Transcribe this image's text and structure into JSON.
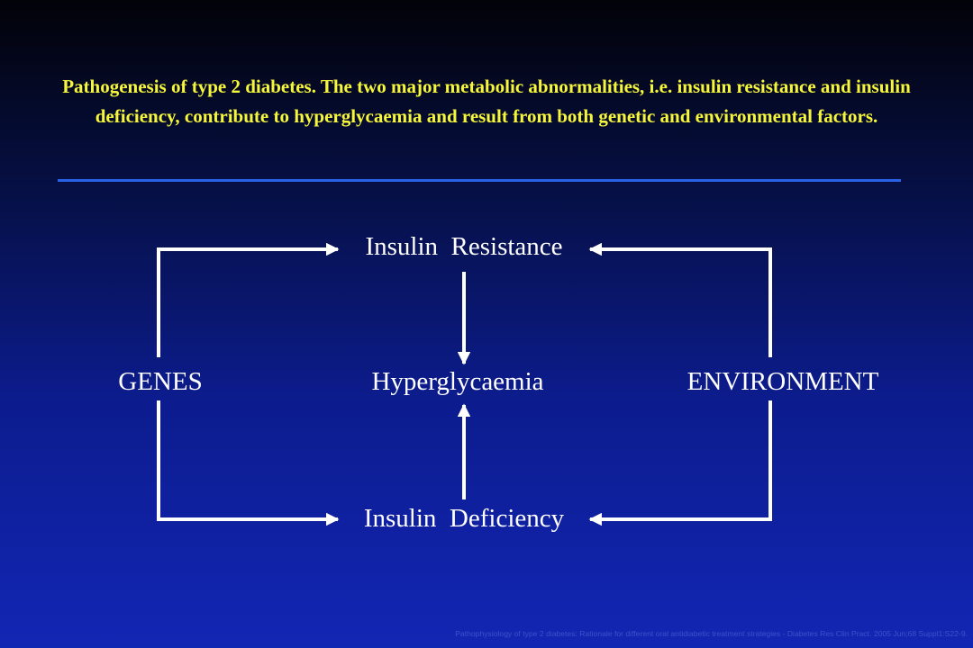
{
  "slide": {
    "title": "Pathogenesis of type 2 diabetes. The two major metabolic abnormalities, i.e. insulin resistance and insulin deficiency, contribute to hyperglycaemia and result from both genetic and environmental factors.",
    "source": "Pathophysiology of type 2 diabetes: Rationale for different oral antidiabetic treatment strategies - Diabetes Res Clin Pract. 2005 Jun;68 Suppl1:S22-9."
  },
  "diagram": {
    "nodes": {
      "insulin_resistance": "Insulin  Resistance",
      "hyperglycaemia": "Hyperglycaemia",
      "insulin_deficiency": "Insulin  Deficiency",
      "genes": "GENES",
      "environment": "ENVIRONMENT"
    },
    "edges": [
      {
        "from": "genes",
        "to": "insulin_resistance"
      },
      {
        "from": "genes",
        "to": "insulin_deficiency"
      },
      {
        "from": "environment",
        "to": "insulin_resistance"
      },
      {
        "from": "environment",
        "to": "insulin_deficiency"
      },
      {
        "from": "insulin_resistance",
        "to": "hyperglycaemia"
      },
      {
        "from": "insulin_deficiency",
        "to": "hyperglycaemia"
      }
    ]
  },
  "colors": {
    "title": "#f6f63a",
    "rule": "#2a62e6",
    "arrow": "#ffffff",
    "label": "#ffffff",
    "footer": "#3c52c8"
  }
}
